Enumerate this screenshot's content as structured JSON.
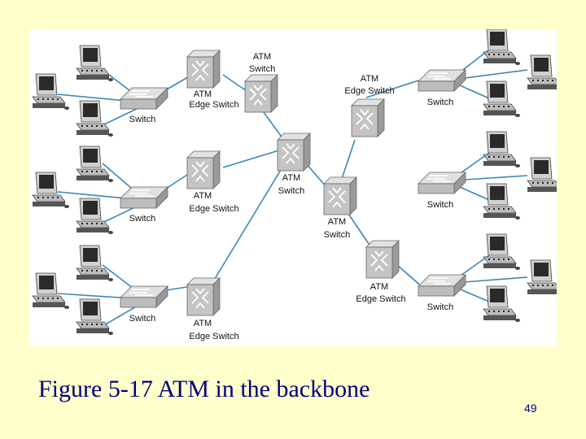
{
  "slide": {
    "caption": "Figure 5-17 ATM in the backbone",
    "page_number": "49"
  },
  "colors": {
    "background": "#ffffcc",
    "link": "#3b86b8",
    "text": "#000080",
    "device": "#c8c8c8"
  },
  "diagram": {
    "switch_label": "Switch",
    "atm_label": "ATM",
    "atm_switch_label": "Switch",
    "edge_switch_label": "Edge Switch",
    "edge_switch_label_compact": "Edge Switch"
  }
}
